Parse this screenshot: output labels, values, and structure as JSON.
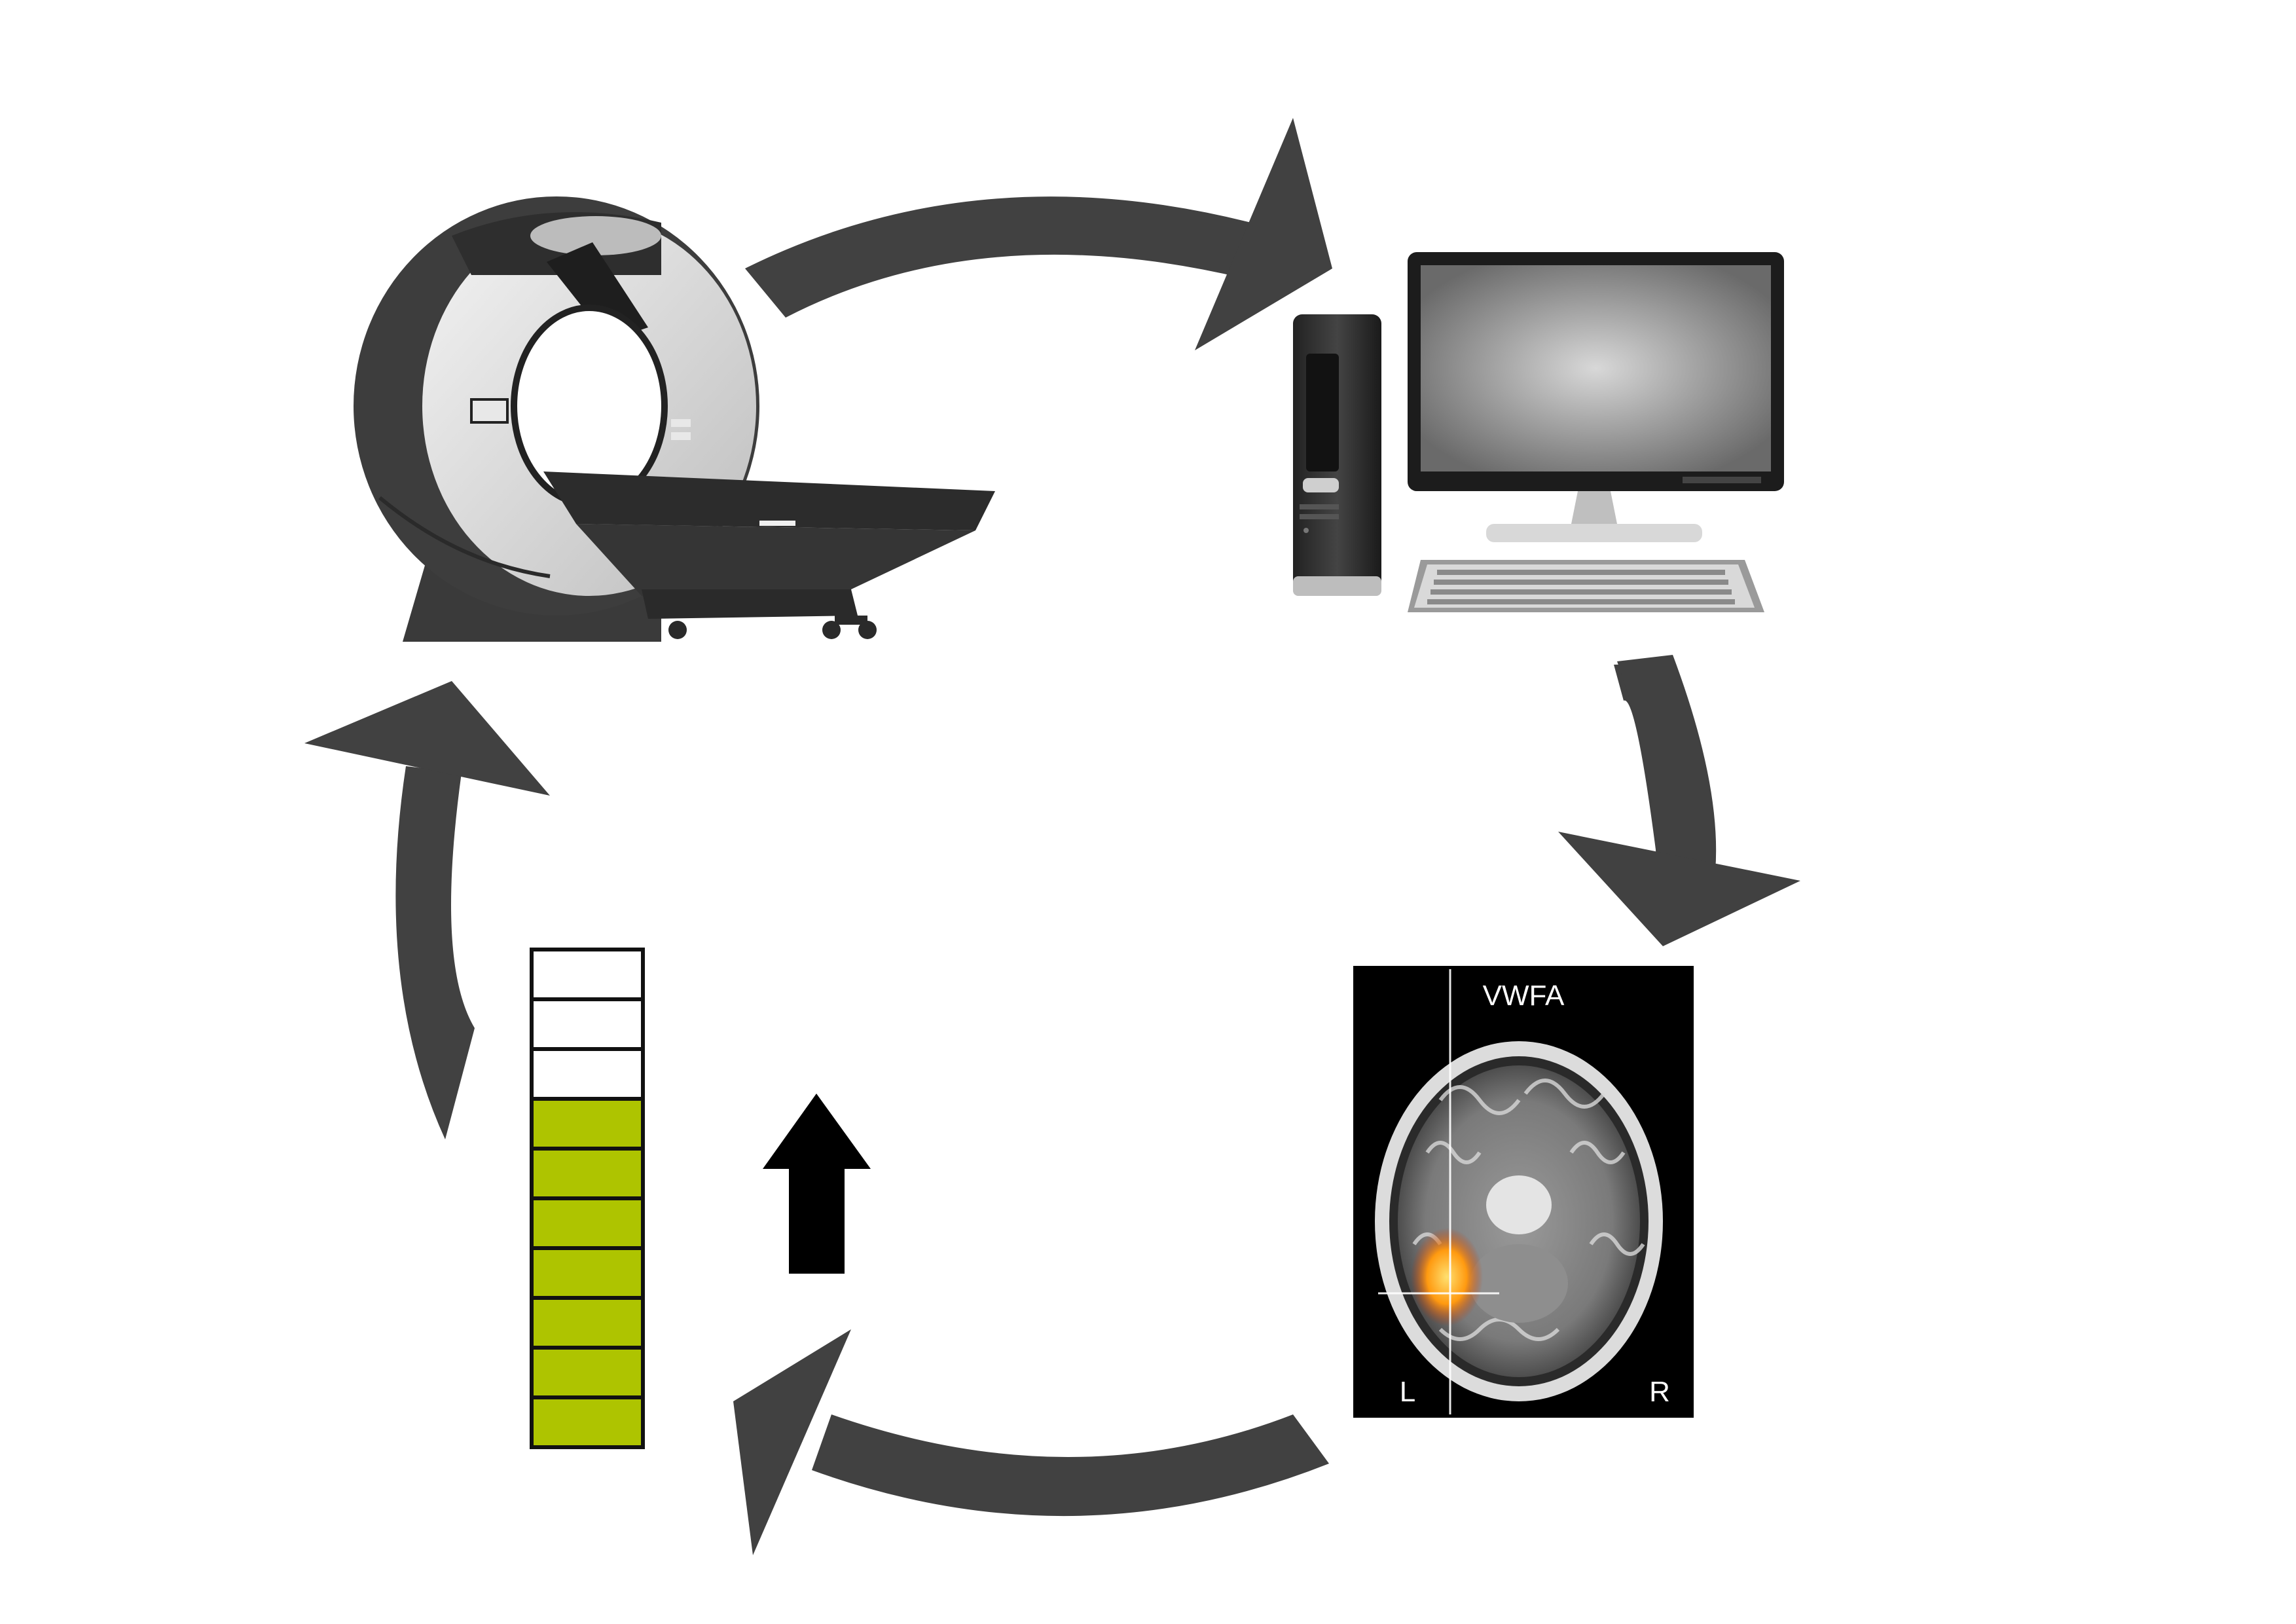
{
  "diagram": {
    "nodes": [
      {
        "id": "mri-scanner",
        "icon": "mri-scanner-icon"
      },
      {
        "id": "computer",
        "icon": "desktop-computer-icon"
      },
      {
        "id": "brain-scan",
        "icon": "brain-activation-map",
        "title": "VWFA",
        "left_label": "L",
        "right_label": "R"
      },
      {
        "id": "feedback-bar",
        "icon": "neurofeedback-bar-icon"
      }
    ],
    "edges": [
      {
        "from": "mri-scanner",
        "to": "computer"
      },
      {
        "from": "computer",
        "to": "brain-scan"
      },
      {
        "from": "brain-scan",
        "to": "feedback-bar"
      },
      {
        "from": "feedback-bar",
        "to": "mri-scanner"
      }
    ],
    "feedback_level": {
      "filled_segments": 7,
      "total_segments": 10
    },
    "colors": {
      "arrow": "#414141",
      "bar_fill": "#aec400",
      "bar_empty": "#ffffff",
      "bar_outline": "#111111",
      "activation": "#ff9a10",
      "brain_bg": "#000000"
    }
  }
}
